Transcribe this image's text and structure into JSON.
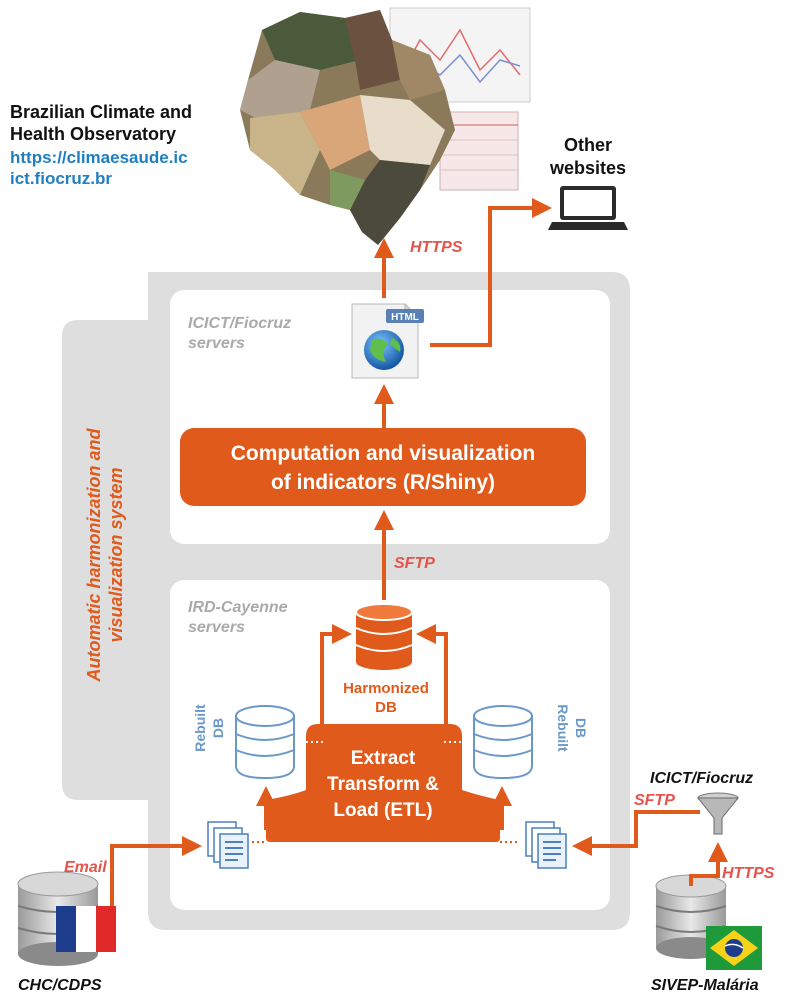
{
  "observatory": {
    "title_line1": "Brazilian Climate and",
    "title_line2": "Health Observatory",
    "url_line1": "https://climaesaude.ic",
    "url_line2": "ict.fiocruz.br"
  },
  "other_websites": {
    "line1": "Other",
    "line2": "websites"
  },
  "system_label": {
    "line1": "Automatic harmonization and",
    "line2": "visualization system"
  },
  "servers": {
    "icict": {
      "line1": "ICICT/Fiocruz",
      "line2": "servers"
    },
    "ird": {
      "line1": "IRD-Cayenne",
      "line2": "servers"
    }
  },
  "html_doc": {
    "label": "HTML"
  },
  "computation_box": {
    "line1": "Computation and visualization",
    "line2": "of indicators (R/Shiny)"
  },
  "harmonized_db": {
    "line1": "Harmonized",
    "line2": "DB"
  },
  "rebuilt_db": {
    "line1": "Rebuilt",
    "line2": "DB"
  },
  "etl_box": {
    "line1": "Extract",
    "line2": "Transform &",
    "line3": "Load (ETL)"
  },
  "protocols": {
    "https_top": "HTTPS",
    "sftp_mid": "SFTP",
    "sftp_right": "SFTP",
    "https_bottom": "HTTPS",
    "email": "Email"
  },
  "sources": {
    "left": "CHC/CDPS",
    "right": "SIVEP-Malária",
    "filter_label": "ICICT/Fiocruz"
  },
  "colors": {
    "accent": "#e05a1c",
    "protocol_red": "#e5534b",
    "link_blue": "#1f7fc0",
    "server_label_gray": "#aaaaaa",
    "db_blue": "#6a98c8",
    "panel_gray": "#dedede"
  }
}
